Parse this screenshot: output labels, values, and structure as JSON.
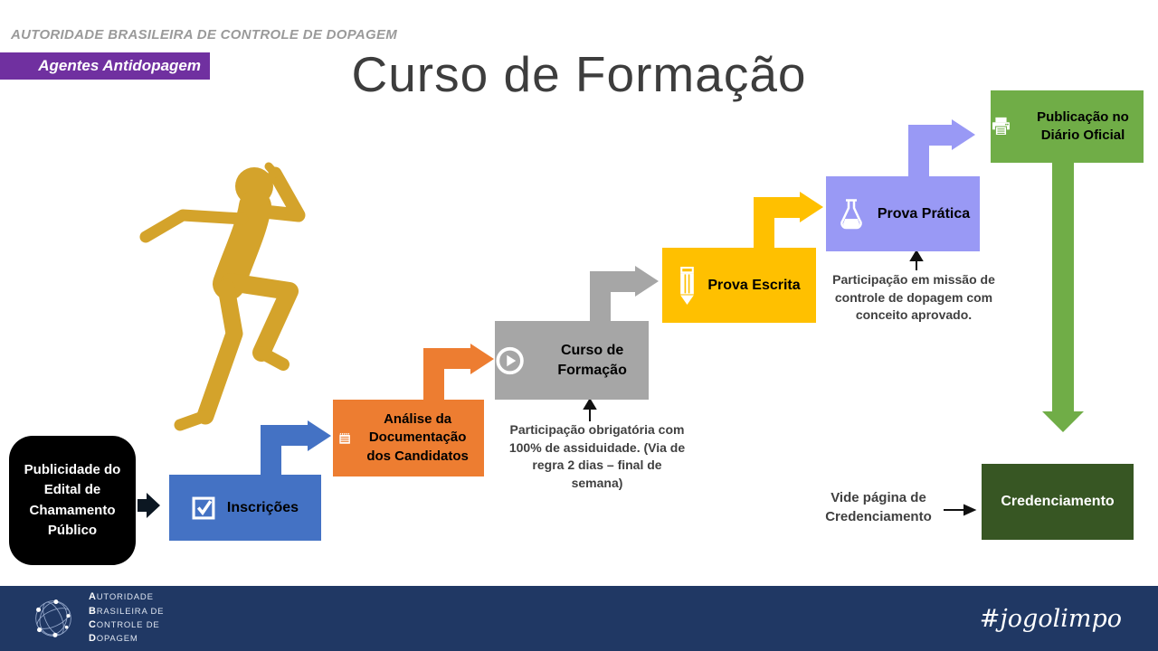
{
  "header": {
    "brand": "AUTORIDADE BRASILEIRA DE CONTROLE DE DOPAGEM",
    "banner": "Agentes Antidopagem",
    "title": "Curso de Formação"
  },
  "colors": {
    "banner_purple": "#7030A0",
    "step_blue": "#4472C4",
    "step_orange": "#ED7D31",
    "step_gray": "#A6A6A6",
    "step_gold": "#FFC000",
    "step_purple": "#9999F5",
    "step_green": "#70AD47",
    "step_dark_green": "#375623",
    "step_black": "#000000",
    "footer_navy": "#203864",
    "runner_gold": "#D4A32B"
  },
  "flow": {
    "steps": [
      {
        "id": "publicidade-edital",
        "label": "Publicidade do Edital de Chamamento Público",
        "color": "#000000"
      },
      {
        "id": "inscricoes",
        "label": "Inscrições",
        "icon": "checkbox-icon",
        "color": "#4472C4"
      },
      {
        "id": "analise-documentacao",
        "label": "Análise da Documentação dos Candidatos",
        "icon": "notepad-icon",
        "color": "#ED7D31"
      },
      {
        "id": "curso-formacao",
        "label": "Curso de Formação",
        "icon": "play-icon",
        "color": "#A6A6A6",
        "note": "Participação obrigatória com 100% de assiduidade. (Via de regra 2 dias – final de semana)"
      },
      {
        "id": "prova-escrita",
        "label": "Prova Escrita",
        "icon": "pencil-icon",
        "color": "#FFC000"
      },
      {
        "id": "prova-pratica",
        "label": "Prova Prática",
        "icon": "flask-icon",
        "color": "#9999F5",
        "note": "Participação em missão de controle de dopagem com conceito aprovado."
      },
      {
        "id": "publicacao-diario-oficial",
        "label": "Publicação no Diário Oficial",
        "icon": "printer-icon",
        "color": "#70AD47"
      },
      {
        "id": "credenciamento",
        "label": "Credenciamento",
        "color": "#375623",
        "note": "Vide página de Credenciamento"
      }
    ]
  },
  "footer": {
    "logo_lines": [
      "Autoridade",
      "Brasileira de",
      "Controle de",
      "Dopagem"
    ],
    "hashtag": "#jogolimpo"
  }
}
